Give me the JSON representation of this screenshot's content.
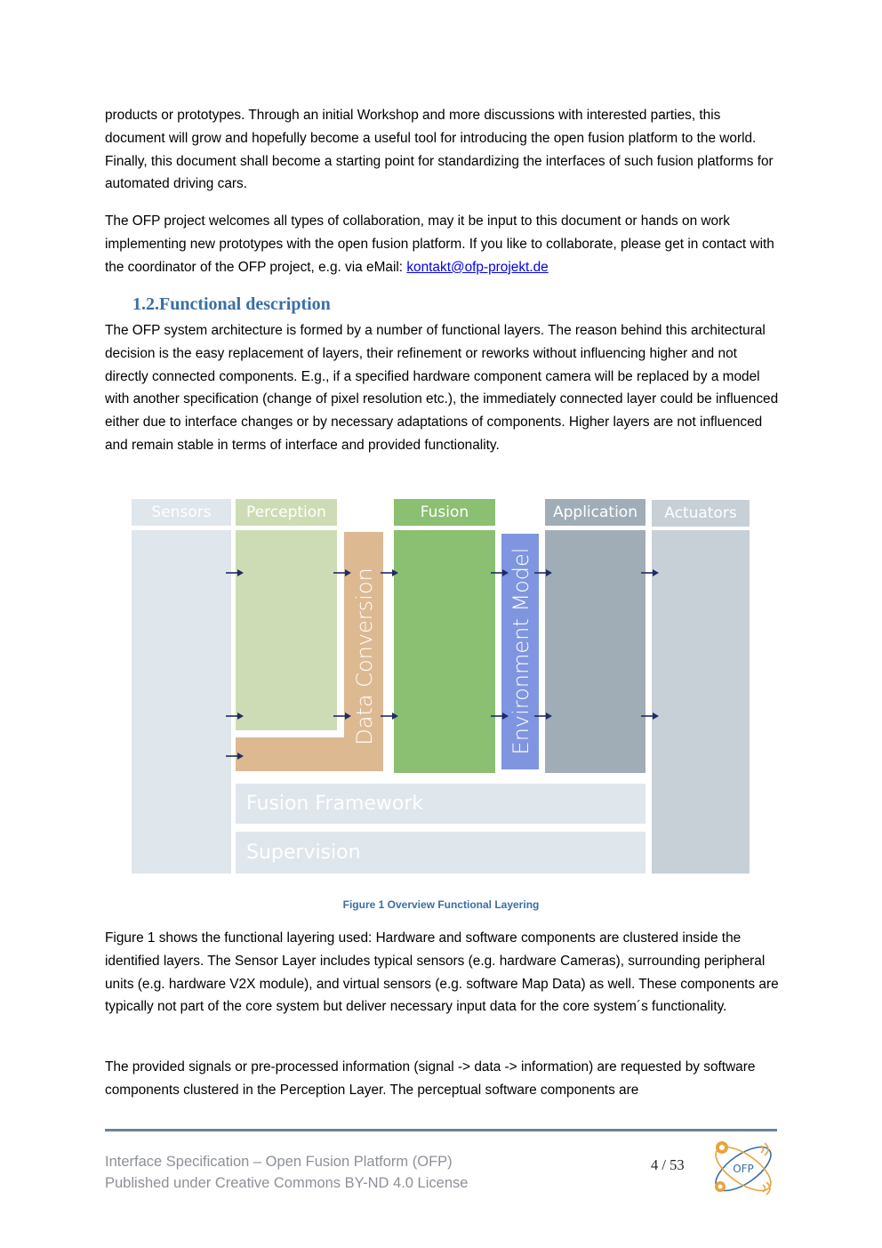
{
  "paragraphs": {
    "p1": "products or prototypes. Through an initial Workshop and more discussions with interested parties, this document will grow and hopefully become a useful tool for introducing the open fusion platform to the world.  Finally, this document shall become a starting point for standardizing the interfaces of such fusion platforms for automated driving cars.",
    "p2_text": "The OFP project welcomes all types of collaboration, may it be input to this document or hands on work implementing new prototypes with the open fusion platform. If you like to collaborate, please get in contact with the coordinator of the OFP project, e.g. via eMail: ",
    "p2_link": "kontakt@ofp-projekt.de",
    "p3": "The OFP system architecture is formed by a number of functional layers. The reason behind this architectural decision is the easy replacement of layers, their refinement or reworks without influencing higher and not directly connected components. E.g., if a specified hardware component camera will be replaced by a model with another specification (change of pixel resolution etc.), the immediately connected layer could be influenced either due to interface changes or by necessary adaptations of components. Higher layers are not influenced and remain stable in terms of interface and provided functionality.",
    "p4": "Figure 1 shows the functional layering used: Hardware and software components are clustered inside the identified layers. The Sensor Layer includes typical sensors (e.g. hardware Cameras), surrounding peripheral units (e.g. hardware V2X module), and virtual sensors (e.g. software Map Data) as well. These components are typically not part of the core system but deliver necessary input data for the core system´s functionality.",
    "p5": "The provided signals or pre-processed information (signal -> data -> information) are requested by software components clustered in the Perception Layer. The perceptual software components are"
  },
  "section_heading": "1.2.Functional description",
  "diagram": {
    "sensors": "Sensors",
    "perception": "Perception",
    "fusion": "Fusion",
    "application": "Application",
    "actuators": "Actuators",
    "data_conversion": "Data Conversion",
    "environment_model": "Environment Model",
    "fusion_framework": "Fusion Framework",
    "supervision": "Supervision",
    "colors": {
      "sensors": "#dfe6ec",
      "perception": "#cddcb4",
      "data_conversion": "#ddb992",
      "fusion": "#8bbf72",
      "environment_model": "#7f95e0",
      "application": "#a0adb7",
      "actuators": "#c7d0d6",
      "framework": "#dfe6ec",
      "arrow": "#1f2b66"
    }
  },
  "caption": "Figure 1 Overview Functional Layering",
  "footer": {
    "line1": "Interface Specification – Open Fusion Platform (OFP)",
    "line2": "Published under Creative Commons BY-ND 4.0 License",
    "page": "4 / 53",
    "logo_text": "OFP"
  }
}
